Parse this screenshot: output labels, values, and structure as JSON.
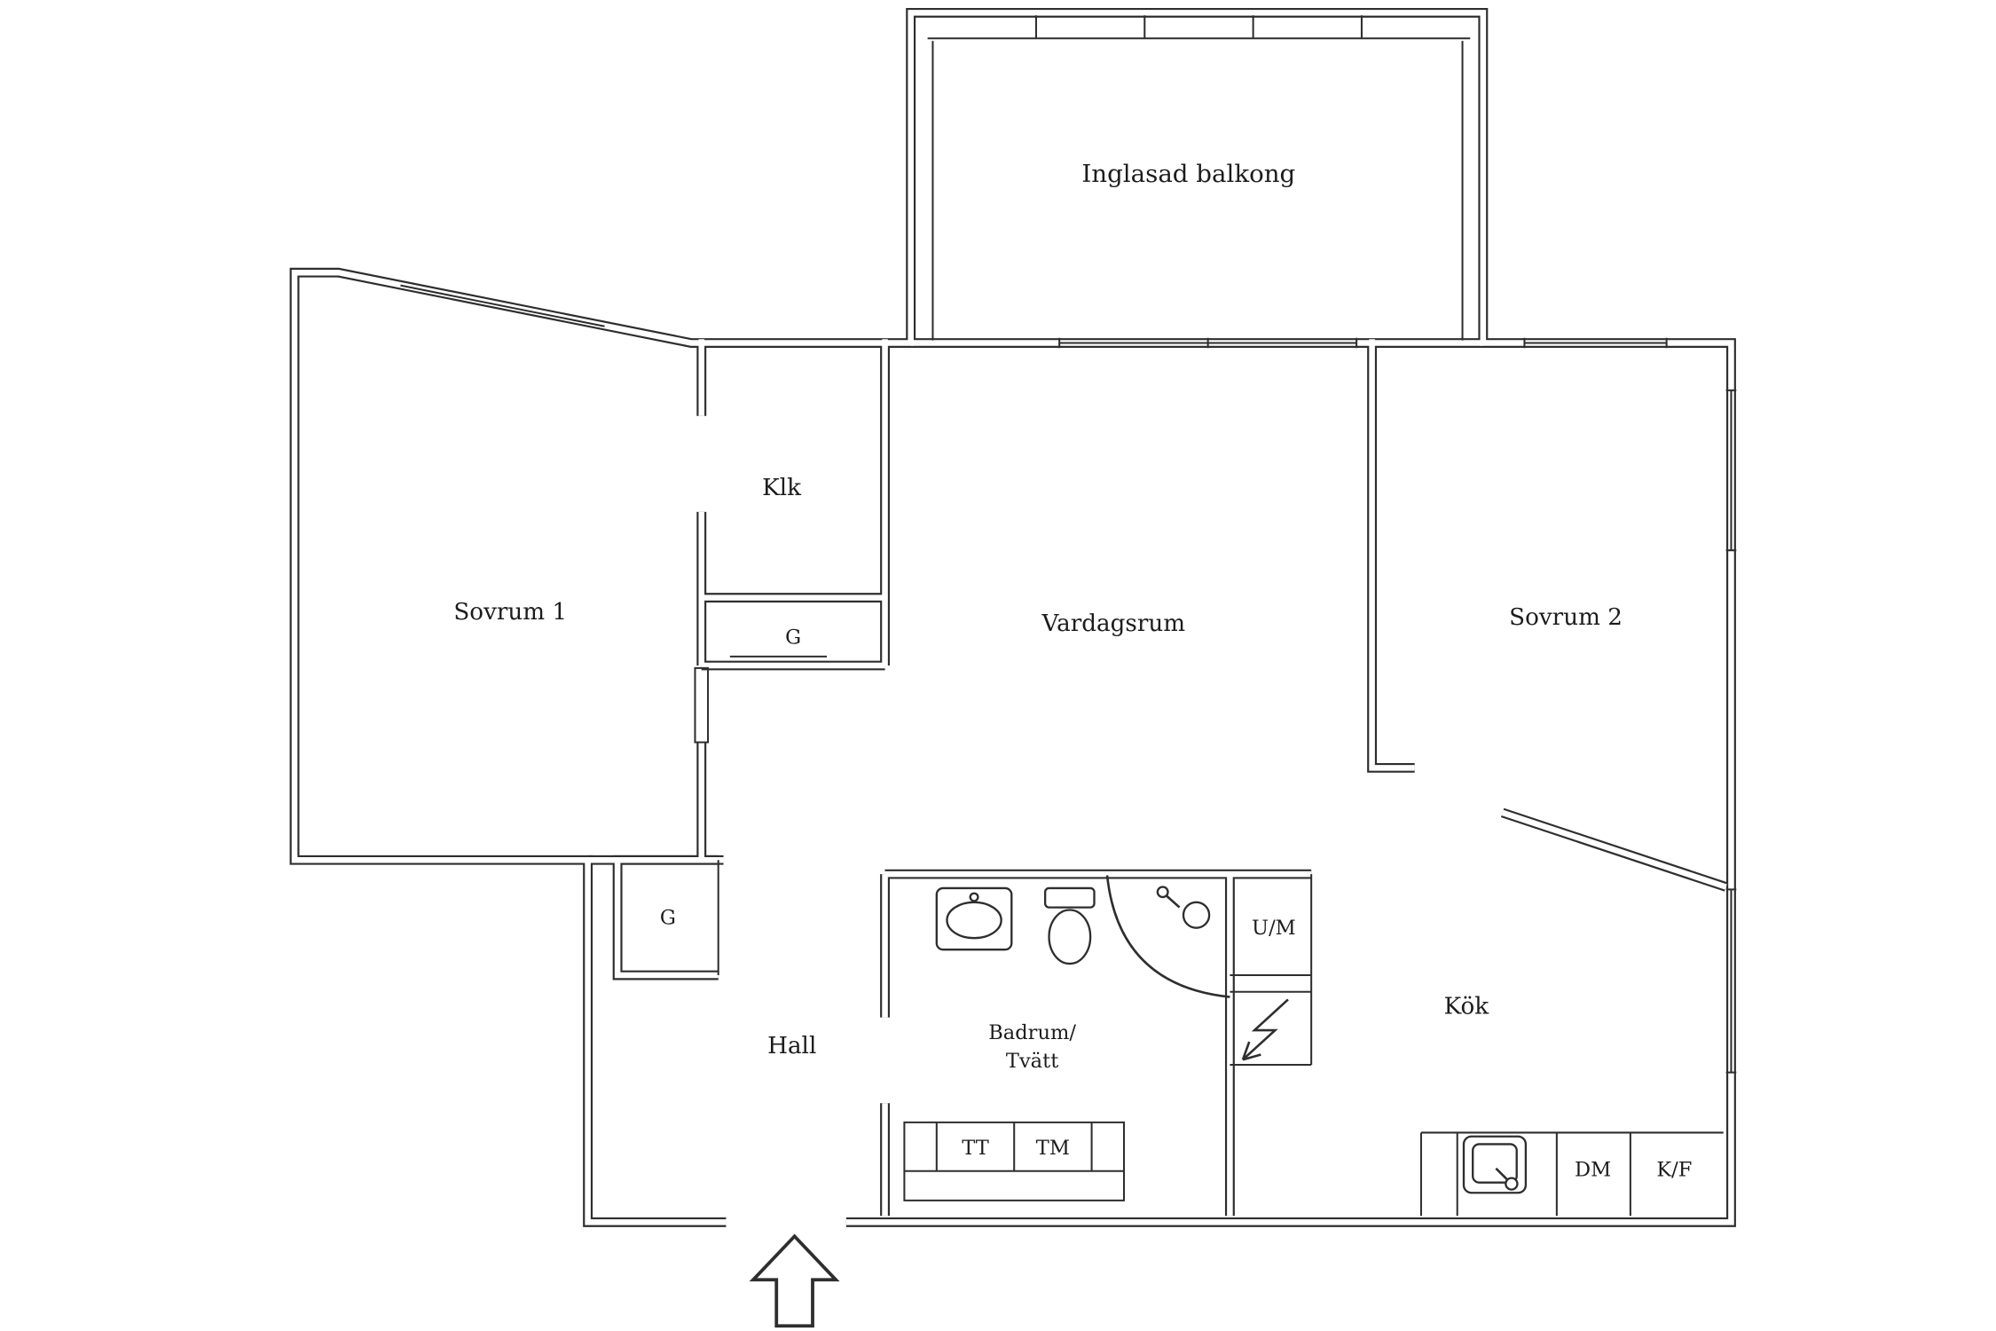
{
  "plan": {
    "rooms": {
      "balcony": "Inglasad balkong",
      "closet": "Klk",
      "bedroom1": "Sovrum 1",
      "wardrobe1": "G",
      "living": "Vardagsrum",
      "bedroom2": "Sovrum 2",
      "wardrobe2": "G",
      "hall": "Hall",
      "bathroom_line1": "Badrum/",
      "bathroom_line2": "Tvätt",
      "kitchen": "Kök"
    },
    "appliances": {
      "um": "U/M",
      "tt": "TT",
      "tm": "TM",
      "dm": "DM",
      "kf": "K/F"
    },
    "colors": {
      "wall": "#2e2e2e",
      "text": "#1c1c1c",
      "background": "#ffffff"
    }
  }
}
